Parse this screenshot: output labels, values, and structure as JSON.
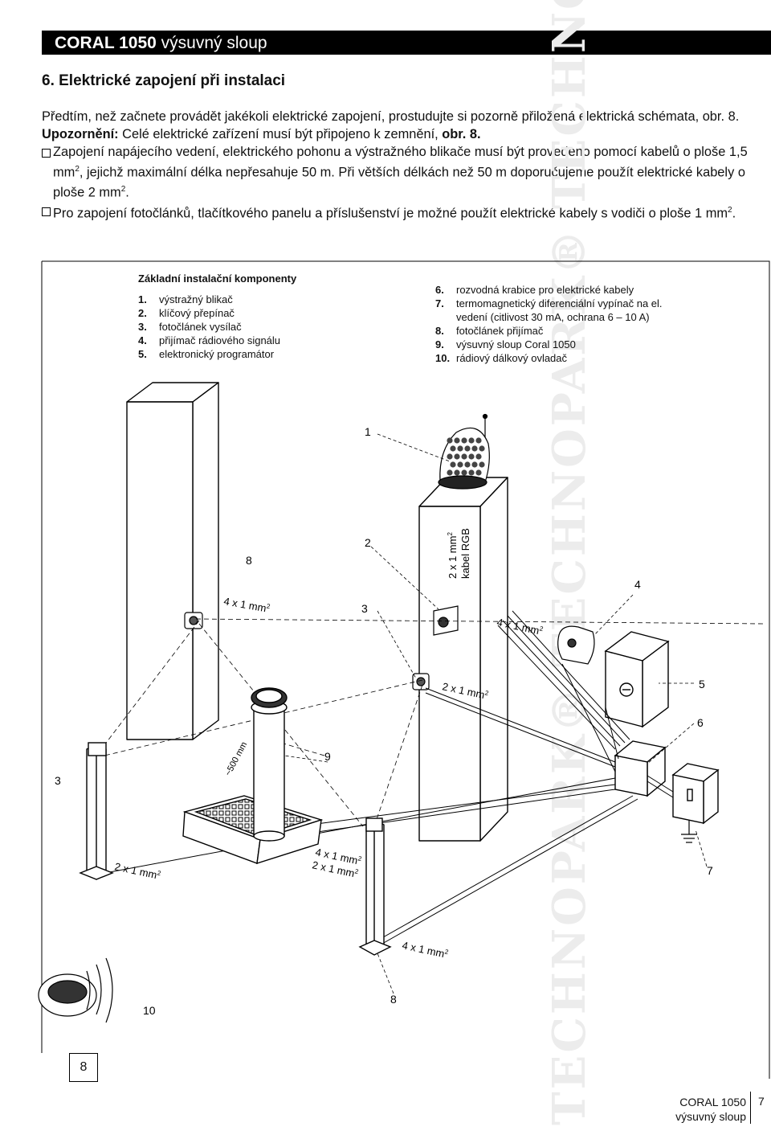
{
  "header": {
    "title_bold": "CORAL 1050",
    "title_rest": " výsuvný sloup"
  },
  "section_title": "6. Elektrické zapojení při instalaci",
  "intro": "Předtím, než začnete provádět jakékoli elektrické zapojení, prostudujte si pozorně přiložená elektrická schémata, obr. 8.",
  "warning": {
    "label": "Upozornění:",
    "text": " Celé elektrické zařízení musí být připojeno k zemnění, ",
    "ref": "obr. 8."
  },
  "bullet1": {
    "a": "Zapojení napájecího vedení, elektrického pohonu a výstražného blikače musí být provedeno pomocí kabelů o ploše 1,5 mm",
    "b": ", jejichž maximální délka nepřesahuje 50 m. Při větších délkách než 50 m doporučujeme použít elektrické kabely o ploše 2 mm",
    "c": "."
  },
  "bullet2": {
    "a": "Pro zapojení fotočlánků, tlačítkového panelu a příslušenství je možné použít elektrické kabely s vodiči o ploše 1 mm",
    "b": "."
  },
  "sup2": "2",
  "legend": {
    "heading": "Základní instalační komponenty",
    "left": [
      {
        "n": "1.",
        "t": "výstražný blikač"
      },
      {
        "n": "2.",
        "t": "klíčový přepínač"
      },
      {
        "n": "3.",
        "t": "fotočlánek vysílač"
      },
      {
        "n": "4.",
        "t": "přijímač rádiového signálu"
      },
      {
        "n": "5.",
        "t": "elektronický programátor"
      }
    ],
    "right": [
      {
        "n": "6.",
        "t": "rozvodná krabice pro elektrické kabely"
      },
      {
        "n": "7.",
        "t": "termomagnetický diferenciální vypínač na el."
      },
      {
        "n": "",
        "t": "vedení (citlivost 30 mA, ochrana 6 – 10 A)"
      },
      {
        "n": "8.",
        "t": "fotočlánek přijímač"
      },
      {
        "n": "9.",
        "t": "výsuvný sloup Coral 1050"
      },
      {
        "n": "10.",
        "t": "rádiový dálkový ovladač"
      }
    ]
  },
  "diagram": {
    "labels": [
      "1",
      "2",
      "3",
      "4",
      "5",
      "6",
      "7",
      "8",
      "9",
      "10"
    ],
    "cable_4x1": "4 x 1 mm",
    "cable_2x1": "2 x 1 mm",
    "cable_rgb_1": "2 x 1 mm",
    "cable_rgb_2": "kabel RGB",
    "dim_500": "~500 mm"
  },
  "figure_number": "8",
  "footer": {
    "line1": "CORAL 1050",
    "line2": "výsuvný sloup",
    "page": "7"
  },
  "watermark": "TECHNOPARK® TECHNOPARK® TECHNOPARK®"
}
